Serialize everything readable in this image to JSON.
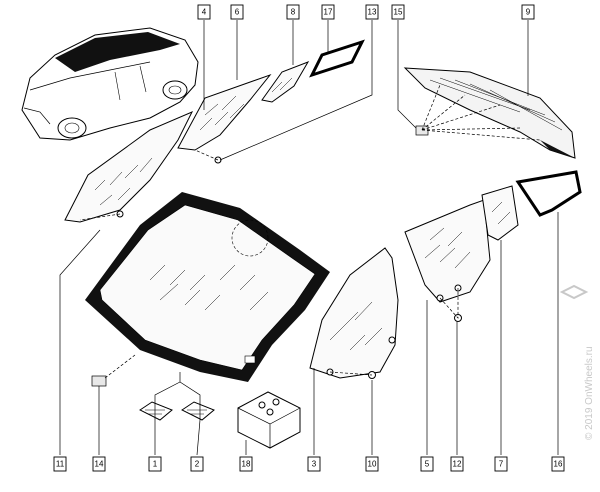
{
  "callouts": [
    {
      "id": "4",
      "label": "4"
    },
    {
      "id": "6",
      "label": "6"
    },
    {
      "id": "8",
      "label": "8"
    },
    {
      "id": "17",
      "label": "17"
    },
    {
      "id": "13",
      "label": "13"
    },
    {
      "id": "15",
      "label": "15"
    },
    {
      "id": "9",
      "label": "9"
    },
    {
      "id": "11",
      "label": "11"
    },
    {
      "id": "14",
      "label": "14"
    },
    {
      "id": "1",
      "label": "1"
    },
    {
      "id": "2",
      "label": "2"
    },
    {
      "id": "18",
      "label": "18"
    },
    {
      "id": "3",
      "label": "3"
    },
    {
      "id": "10",
      "label": "10"
    },
    {
      "id": "5",
      "label": "5"
    },
    {
      "id": "12",
      "label": "12"
    },
    {
      "id": "7",
      "label": "7"
    },
    {
      "id": "16",
      "label": "16"
    }
  ],
  "watermark": "© 2019 OnWheels.ru"
}
